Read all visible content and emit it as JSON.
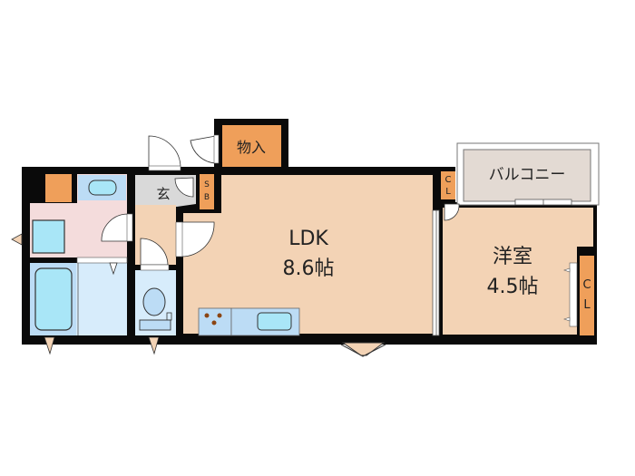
{
  "floorplan": {
    "rooms": {
      "ldk": {
        "name": "LDK",
        "size": "8.6帖"
      },
      "western": {
        "name": "洋室",
        "size": "4.5帖"
      },
      "balcony": {
        "name": "バルコニー"
      },
      "storage": {
        "name": "物入"
      },
      "entrance": {
        "name": "玄"
      },
      "shoe_box": {
        "line1": "S",
        "line2": "B"
      },
      "closet_small": {
        "line1": "C",
        "line2": "L"
      },
      "closet_large": {
        "line1": "C",
        "line2": "L"
      }
    },
    "colors": {
      "wall": "#0a0a0a",
      "room": "#f3d3b5",
      "storage": "#ef9f5a",
      "washroom": "#f4dcdc",
      "bath": "#d7ecfb",
      "fixture": "#a9e6f7",
      "entrance": "#d9d9d9",
      "balcony": "#e3dad3"
    }
  }
}
